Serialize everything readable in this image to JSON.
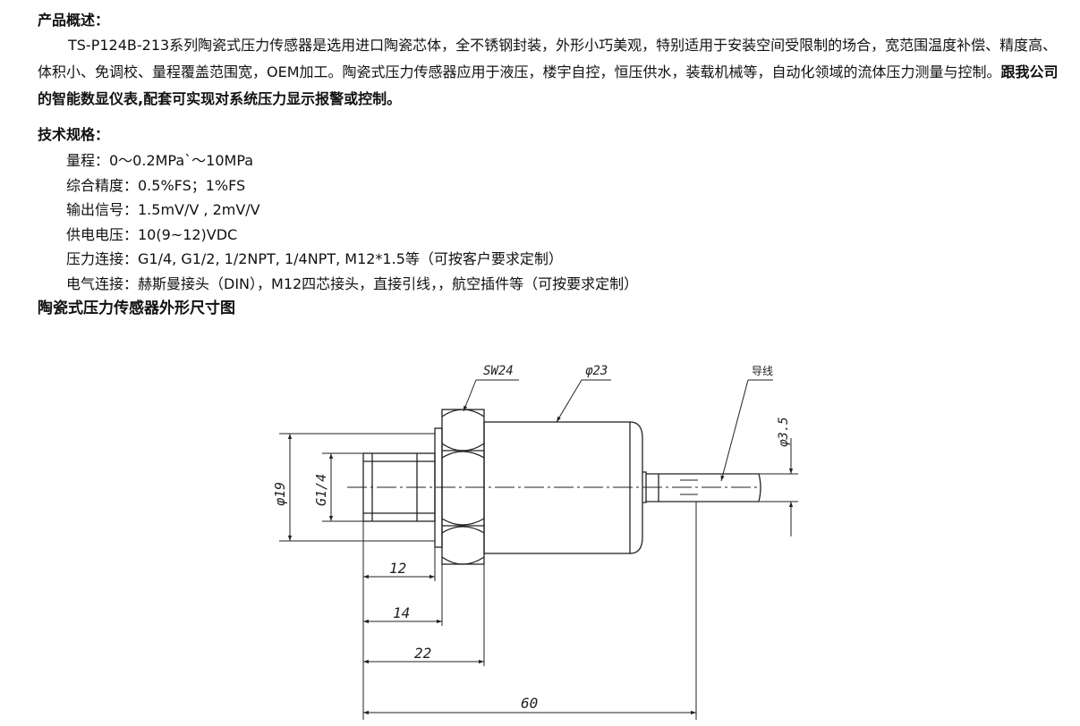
{
  "overview": {
    "title": "产品概述：",
    "text": "TS-P124B-213系列陶瓷式压力传感器是选用进口陶瓷芯体，全不锈钢封装，外形小巧美观，特别适用于安装空间受限制的场合，宽范围温度补偿、精度高、体积小、免调校、量程覆盖范围宽，OEM加工。陶瓷式压力传感器应用于液压，楼宇自控，恒压供水，装载机械等，自动化领域的流体压力测量与控制。",
    "bold_text": "跟我公司的智能数显仪表,配套可实现对系统压力显示报警或控制。"
  },
  "specs": {
    "title": "技术规格：",
    "items": [
      "量程：0～0.2MPa`～10MPa",
      "综合精度：0.5%FS；1%FS",
      "输出信号：1.5mV/V , 2mV/V",
      "供电电压：10(9~12)VDC",
      "压力连接：G1/4, G1/2, 1/2NPT, 1/4NPT, M12*1.5等（可按客户要求定制）",
      "电气连接：赫斯曼接头（DIN），M12四芯接头，直接引线，，航空插件等（可按要求定制）"
    ]
  },
  "drawing": {
    "title": "陶瓷式压力传感器外形尺寸图",
    "labels": {
      "sw": "SW24",
      "body_dia": "φ23",
      "lead": "导线",
      "cable_dia": "φ3.5",
      "flange_dia": "φ19",
      "thread": "G1/4",
      "dim_12": "12",
      "dim_14": "14",
      "dim_22": "22",
      "dim_60": "60"
    }
  }
}
